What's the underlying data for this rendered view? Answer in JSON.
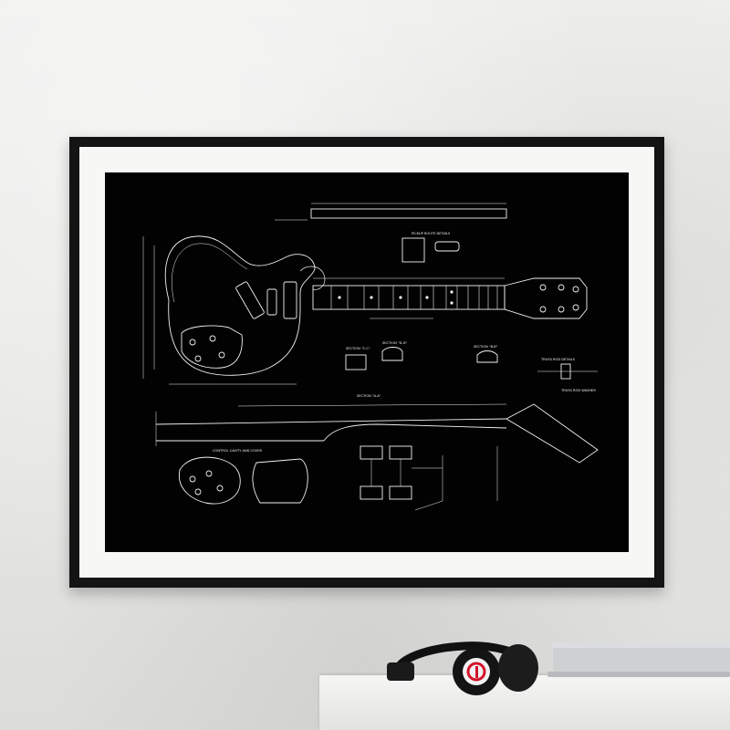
{
  "scene": {
    "wall_color": "#e8e8e6",
    "frame_color": "#141414",
    "mat_color": "#f7f7f5",
    "print_background": "#020202",
    "line_color": "#f2f2f2"
  },
  "poster": {
    "subject": "guitar-blueprint",
    "labels": {
      "pickup_route": "PICKUP ROUTE DETAILS",
      "control_cavity": "CONTROL CAVITY AND COVER",
      "truss_rod": "TRUSS ROD DETAILS",
      "truss_washer": "TRUSS ROD WASHER",
      "section_cc": "SECTION \"C-C\"",
      "section_aa": "SECTION \"A-A\"",
      "section_dd": "SECTION \"D-D\"",
      "section_bb": "SECTION \"B-B\""
    }
  },
  "props": {
    "headphones_icon": "headphones-icon",
    "laptop_icon": "laptop-icon"
  }
}
